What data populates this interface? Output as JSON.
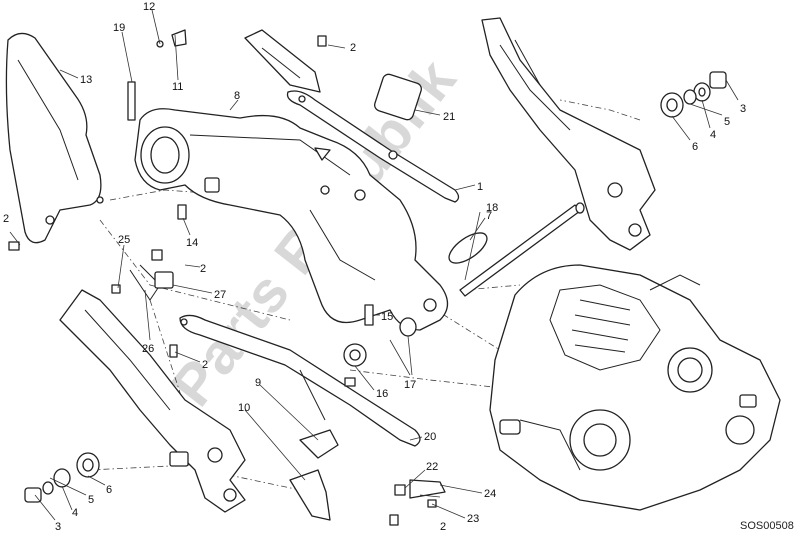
{
  "diagram": {
    "drawing_code": "SOS00508",
    "watermark": "Parts Republik",
    "callouts": {
      "c1": "1",
      "c2a": "2",
      "c2b": "2",
      "c2c": "2",
      "c2d": "2",
      "c2e": "2",
      "c3a": "3",
      "c3b": "3",
      "c4a": "4",
      "c4b": "4",
      "c5a": "5",
      "c5b": "5",
      "c6a": "6",
      "c6b": "6",
      "c7": "7",
      "c8": "8",
      "c9": "9",
      "c10": "10",
      "c11": "11",
      "c12": "12",
      "c13": "13",
      "c14": "14",
      "c15": "15",
      "c16": "16",
      "c17": "17",
      "c18": "18",
      "c19": "19",
      "c20": "20",
      "c21": "21",
      "c22": "22",
      "c23": "23",
      "c24": "24",
      "c25": "25",
      "c26": "26",
      "c27": "27"
    }
  }
}
